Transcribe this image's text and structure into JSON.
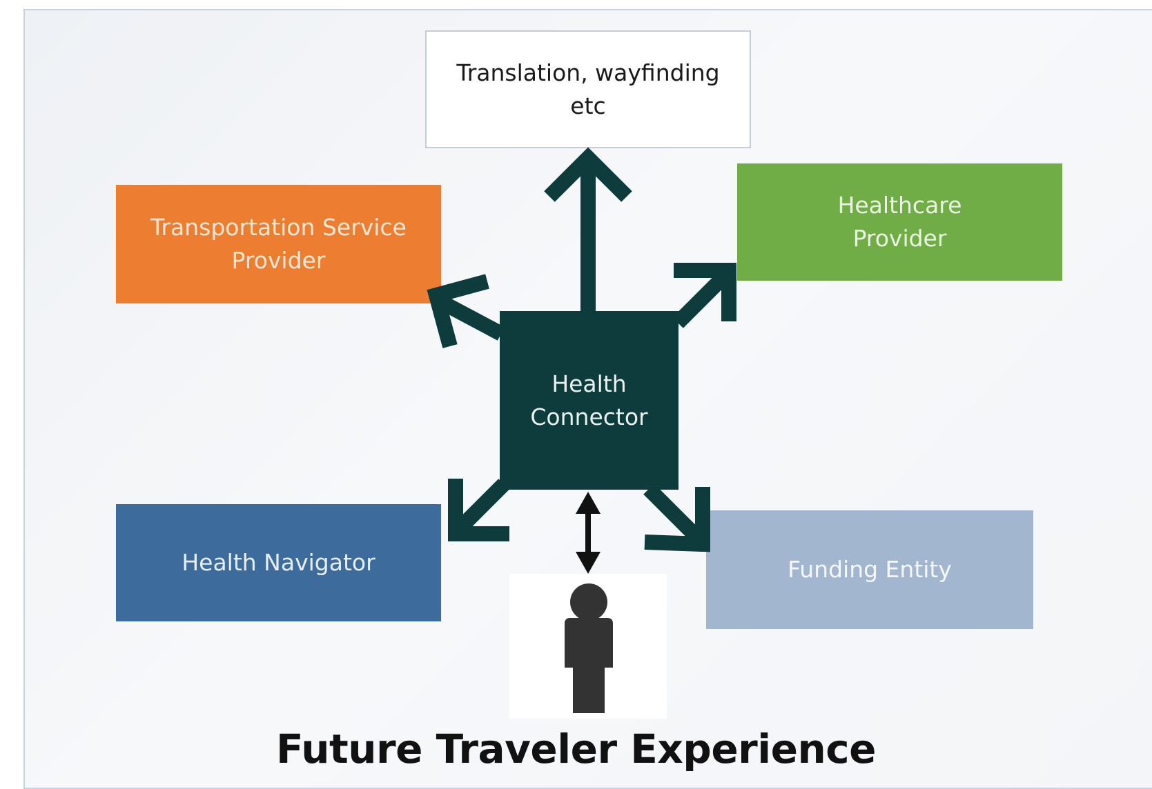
{
  "diagram": {
    "nodes": {
      "translation": {
        "lines": [
          "Translation, wayfinding",
          "etc"
        ],
        "color": "#ffffff"
      },
      "transport": {
        "lines": [
          "Transportation Service",
          "Provider"
        ],
        "color": "#ed7d31"
      },
      "healthcare": {
        "lines": [
          "Healthcare",
          "Provider"
        ],
        "color": "#70ad47"
      },
      "connector": {
        "lines": [
          "Health",
          "Connector"
        ],
        "color": "#0e3b3b"
      },
      "navigator": {
        "lines": [
          "Health Navigator"
        ],
        "color": "#3c6b9c"
      },
      "funding": {
        "lines": [
          "Funding Entity"
        ],
        "color": "#a3b6cf"
      }
    },
    "edges": [
      {
        "from": "connector",
        "to": "translation",
        "type": "arrow"
      },
      {
        "from": "connector",
        "to": "transport",
        "type": "arrow"
      },
      {
        "from": "connector",
        "to": "healthcare",
        "type": "arrow"
      },
      {
        "from": "connector",
        "to": "navigator",
        "type": "arrow"
      },
      {
        "from": "connector",
        "to": "funding",
        "type": "arrow"
      },
      {
        "from": "connector",
        "to": "traveler",
        "type": "double-arrow"
      }
    ],
    "traveler_icon": "person-icon",
    "arrow_color": "#0e3b3b",
    "caption": "Future Traveler Experience"
  }
}
